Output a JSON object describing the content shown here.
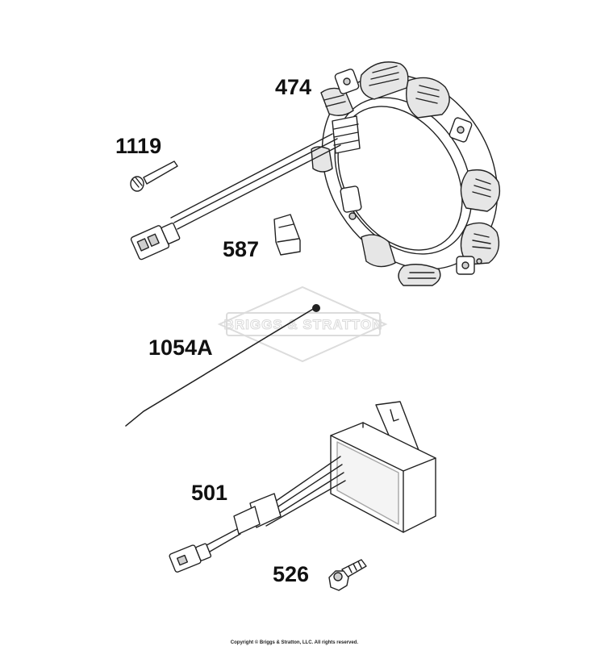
{
  "diagram": {
    "watermark": "BRIGGS & STRATTON",
    "copyright": "Copyright © Briggs & Stratton, LLC. All rights reserved.",
    "parts": [
      {
        "id": "474",
        "label": "474"
      },
      {
        "id": "1119",
        "label": "1119"
      },
      {
        "id": "587",
        "label": "587"
      },
      {
        "id": "1054A",
        "label": "1054A"
      },
      {
        "id": "501",
        "label": "501"
      },
      {
        "id": "526",
        "label": "526"
      }
    ]
  }
}
